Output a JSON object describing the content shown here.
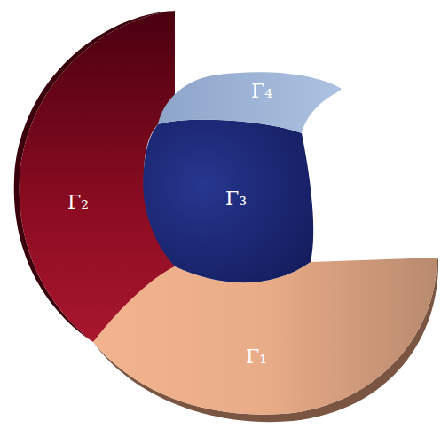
{
  "diagram": {
    "labels": [
      "Γ₄",
      "Γ₂",
      "Γ₃",
      "Γ₁"
    ]
  }
}
